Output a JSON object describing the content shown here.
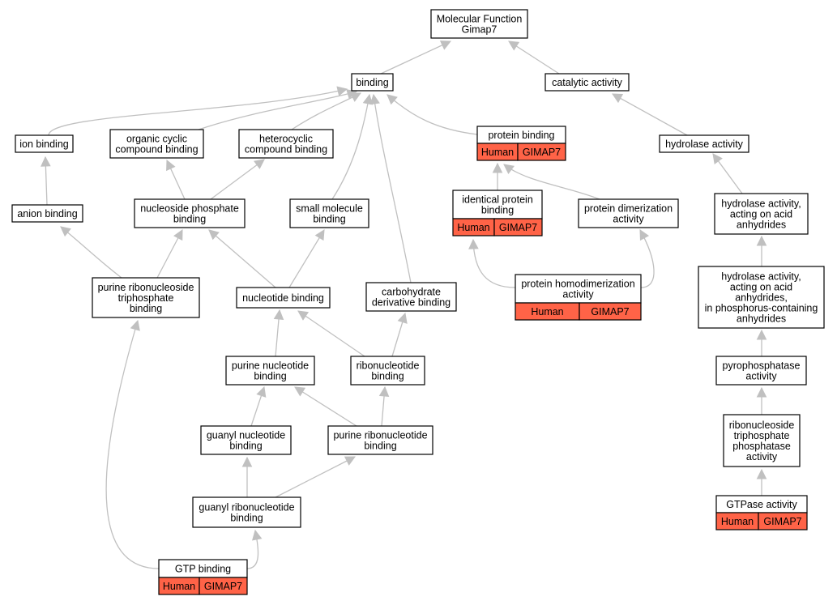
{
  "colors": {
    "annotation": "#ff6347",
    "edge": "#c0c0c0",
    "node_border": "#000000",
    "node_fill": "#ffffff"
  },
  "nodes": [
    {
      "id": "mf",
      "lines": [
        "Molecular Function",
        "Gimap7"
      ]
    },
    {
      "id": "binding",
      "lines": [
        "binding"
      ]
    },
    {
      "id": "catalytic",
      "lines": [
        "catalytic activity"
      ]
    },
    {
      "id": "ion",
      "lines": [
        "ion binding"
      ]
    },
    {
      "id": "orgcyclic",
      "lines": [
        "organic cyclic",
        "compound binding"
      ]
    },
    {
      "id": "hetero",
      "lines": [
        "heterocyclic",
        "compound binding"
      ]
    },
    {
      "id": "protein",
      "lines": [
        "protein binding"
      ],
      "annotation": [
        "Human",
        "GIMAP7"
      ]
    },
    {
      "id": "hydrolase",
      "lines": [
        "hydrolase activity"
      ]
    },
    {
      "id": "anion",
      "lines": [
        "anion binding"
      ]
    },
    {
      "id": "nucphos",
      "lines": [
        "nucleoside phosphate",
        "binding"
      ]
    },
    {
      "id": "smallmol",
      "lines": [
        "small molecule",
        "binding"
      ]
    },
    {
      "id": "identical",
      "lines": [
        "identical protein",
        "binding"
      ],
      "annotation": [
        "Human",
        "GIMAP7"
      ]
    },
    {
      "id": "dimer",
      "lines": [
        "protein dimerization",
        "activity"
      ]
    },
    {
      "id": "hydroacid",
      "lines": [
        "hydrolase activity,",
        "acting on acid",
        "anhydrides"
      ]
    },
    {
      "id": "purinetri",
      "lines": [
        "purine ribonucleoside",
        "triphosphate",
        "binding"
      ]
    },
    {
      "id": "nucleotide",
      "lines": [
        "nucleotide binding"
      ]
    },
    {
      "id": "carbo",
      "lines": [
        "carbohydrate",
        "derivative binding"
      ]
    },
    {
      "id": "homodimer",
      "lines": [
        "protein homodimerization",
        "activity"
      ],
      "annotation": [
        "Human",
        "GIMAP7"
      ]
    },
    {
      "id": "hydrophos",
      "lines": [
        "hydrolase activity,",
        "acting on acid",
        "anhydrides,",
        "in phosphorus-containing",
        "anhydrides"
      ]
    },
    {
      "id": "purinenuc",
      "lines": [
        "purine nucleotide",
        "binding"
      ]
    },
    {
      "id": "ribonuc",
      "lines": [
        "ribonucleotide",
        "binding"
      ]
    },
    {
      "id": "pyrophos",
      "lines": [
        "pyrophosphatase",
        "activity"
      ]
    },
    {
      "id": "guanylnuc",
      "lines": [
        "guanyl nucleotide",
        "binding"
      ]
    },
    {
      "id": "purineribo",
      "lines": [
        "purine ribonucleotide",
        "binding"
      ]
    },
    {
      "id": "ribotriphos",
      "lines": [
        "ribonucleoside",
        "triphosphate",
        "phosphatase",
        "activity"
      ]
    },
    {
      "id": "guanylribo",
      "lines": [
        "guanyl ribonucleotide",
        "binding"
      ]
    },
    {
      "id": "gtpase",
      "lines": [
        "GTPase activity"
      ],
      "annotation": [
        "Human",
        "GIMAP7"
      ]
    },
    {
      "id": "gtp",
      "lines": [
        "GTP binding"
      ],
      "annotation": [
        "Human",
        "GIMAP7"
      ]
    }
  ],
  "edges": [
    {
      "from": "binding",
      "to": "mf"
    },
    {
      "from": "catalytic",
      "to": "mf"
    },
    {
      "from": "ion",
      "to": "binding"
    },
    {
      "from": "orgcyclic",
      "to": "binding"
    },
    {
      "from": "hetero",
      "to": "binding"
    },
    {
      "from": "smallmol",
      "to": "binding"
    },
    {
      "from": "carbo",
      "to": "binding"
    },
    {
      "from": "protein",
      "to": "binding"
    },
    {
      "from": "hydrolase",
      "to": "catalytic"
    },
    {
      "from": "anion",
      "to": "ion"
    },
    {
      "from": "nucphos",
      "to": "orgcyclic"
    },
    {
      "from": "nucphos",
      "to": "hetero"
    },
    {
      "from": "identical",
      "to": "protein"
    },
    {
      "from": "dimer",
      "to": "protein"
    },
    {
      "from": "hydroacid",
      "to": "hydrolase"
    },
    {
      "from": "purinetri",
      "to": "anion"
    },
    {
      "from": "purinetri",
      "to": "nucphos"
    },
    {
      "from": "nucleotide",
      "to": "nucphos"
    },
    {
      "from": "nucleotide",
      "to": "smallmol"
    },
    {
      "from": "homodimer",
      "to": "identical"
    },
    {
      "from": "homodimer",
      "to": "dimer"
    },
    {
      "from": "hydrophos",
      "to": "hydroacid"
    },
    {
      "from": "purinenuc",
      "to": "nucleotide"
    },
    {
      "from": "ribonuc",
      "to": "nucleotide"
    },
    {
      "from": "ribonuc",
      "to": "carbo"
    },
    {
      "from": "pyrophos",
      "to": "hydrophos"
    },
    {
      "from": "guanylnuc",
      "to": "purinenuc"
    },
    {
      "from": "purineribo",
      "to": "purinenuc"
    },
    {
      "from": "purineribo",
      "to": "ribonuc"
    },
    {
      "from": "ribotriphos",
      "to": "pyrophos"
    },
    {
      "from": "guanylribo",
      "to": "guanylnuc"
    },
    {
      "from": "guanylribo",
      "to": "purineribo"
    },
    {
      "from": "gtpase",
      "to": "ribotriphos"
    },
    {
      "from": "gtp",
      "to": "guanylribo"
    },
    {
      "from": "gtp",
      "to": "purinetri"
    }
  ]
}
